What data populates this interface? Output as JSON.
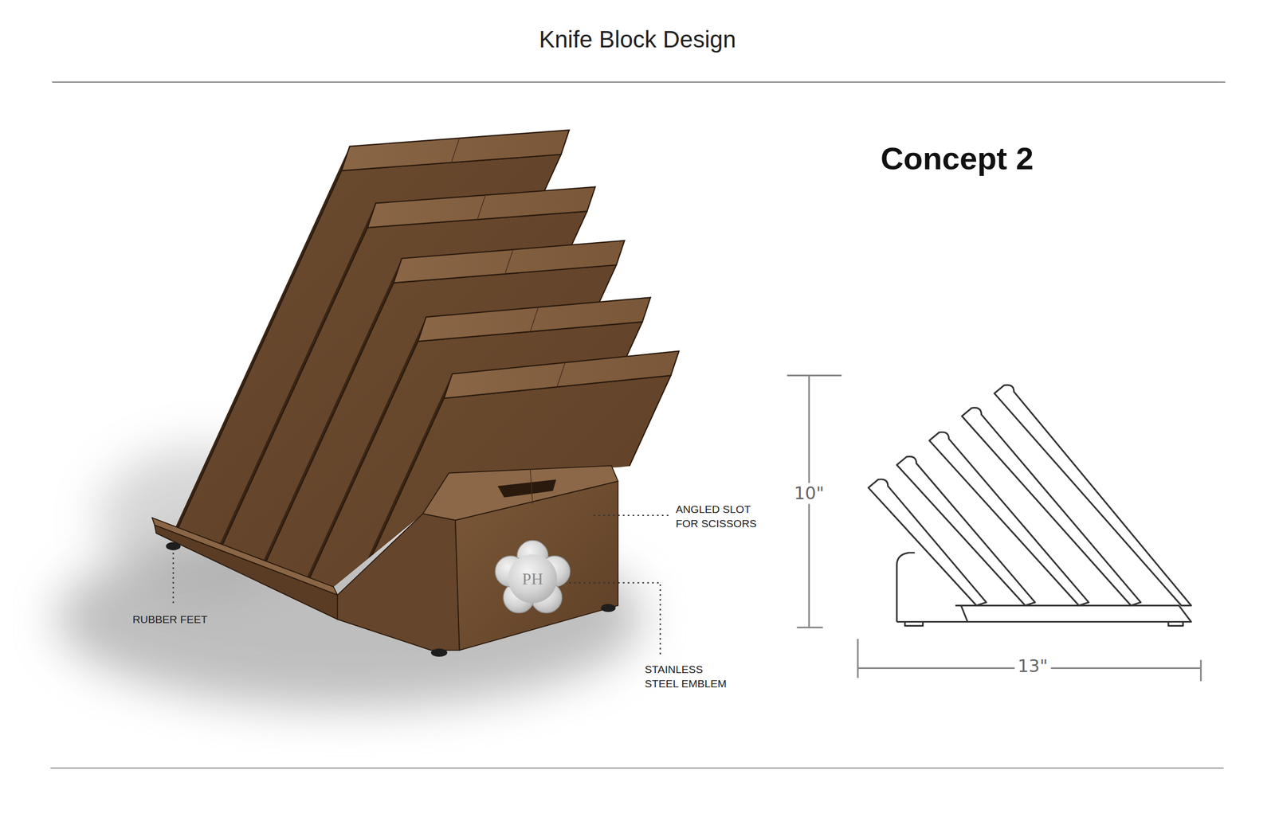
{
  "diagram": {
    "title": "Knife Block Design",
    "labels": [
      "Concept 2",
      "ANGLED SLOT FOR SCISSORS",
      "PH",
      "RUBBER FEET",
      "STAINLESS STEEL EMBLEM",
      "10\"",
      "13\""
    ]
  }
}
